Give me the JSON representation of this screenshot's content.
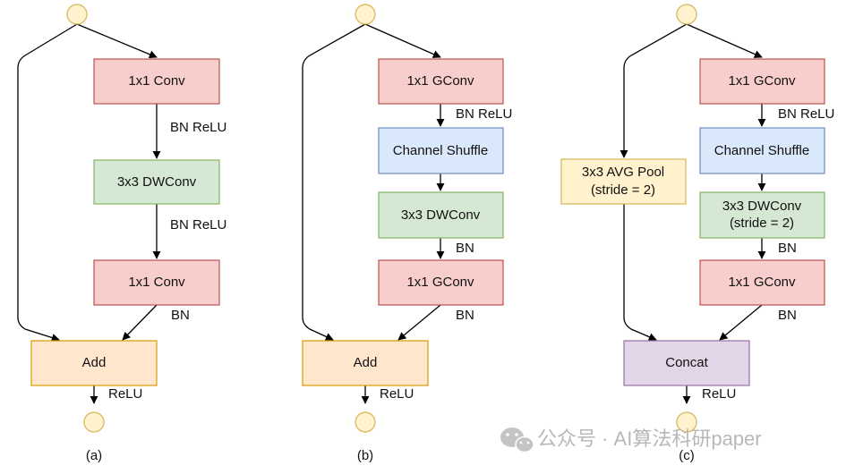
{
  "diagrams": [
    {
      "caption": "(a)",
      "blocks": {
        "conv1": "1x1 Conv",
        "dwconv": "3x3 DWConv",
        "conv2": "1x1 Conv",
        "merge": "Add"
      },
      "edge_labels": {
        "after_conv1": "BN ReLU",
        "after_dwconv": "BN ReLU",
        "after_conv2": "BN",
        "after_merge": "ReLU"
      }
    },
    {
      "caption": "(b)",
      "blocks": {
        "gconv1": "1x1 GConv",
        "shuffle": "Channel Shuffle",
        "dwconv": "3x3 DWConv",
        "gconv2": "1x1 GConv",
        "merge": "Add"
      },
      "edge_labels": {
        "after_gconv1": "BN ReLU",
        "after_dwconv": "BN",
        "after_gconv2": "BN",
        "after_merge": "ReLU"
      }
    },
    {
      "caption": "(c)",
      "blocks": {
        "pool_line1": "3x3 AVG Pool",
        "pool_line2": "(stride = 2)",
        "gconv1": "1x1 GConv",
        "shuffle": "Channel Shuffle",
        "dwconv_line1": "3x3 DWConv",
        "dwconv_line2": "(stride = 2)",
        "gconv2": "1x1 GConv",
        "merge": "Concat"
      },
      "edge_labels": {
        "after_gconv1": "BN ReLU",
        "after_dwconv": "BN",
        "after_gconv2": "BN",
        "after_merge": "ReLU"
      }
    }
  ],
  "watermark": "公众号 · AI算法科研paper",
  "colors": {
    "conv_fill": "#f8cecc",
    "conv_stroke": "#b85450",
    "dw_fill": "#d5e8d4",
    "dw_stroke": "#82b366",
    "shuffle_fill": "#dae8fc",
    "shuffle_stroke": "#6c8ebf",
    "merge_fill": "#ffe6cc",
    "merge_stroke": "#d79b00",
    "pool_fill": "#fff2cc",
    "pool_stroke": "#d6b656",
    "concat_fill": "#e1d5e7",
    "concat_stroke": "#9673a6",
    "io_fill": "#fff2cc",
    "io_stroke": "#d6b656",
    "watermark": "#b8b8b8"
  }
}
